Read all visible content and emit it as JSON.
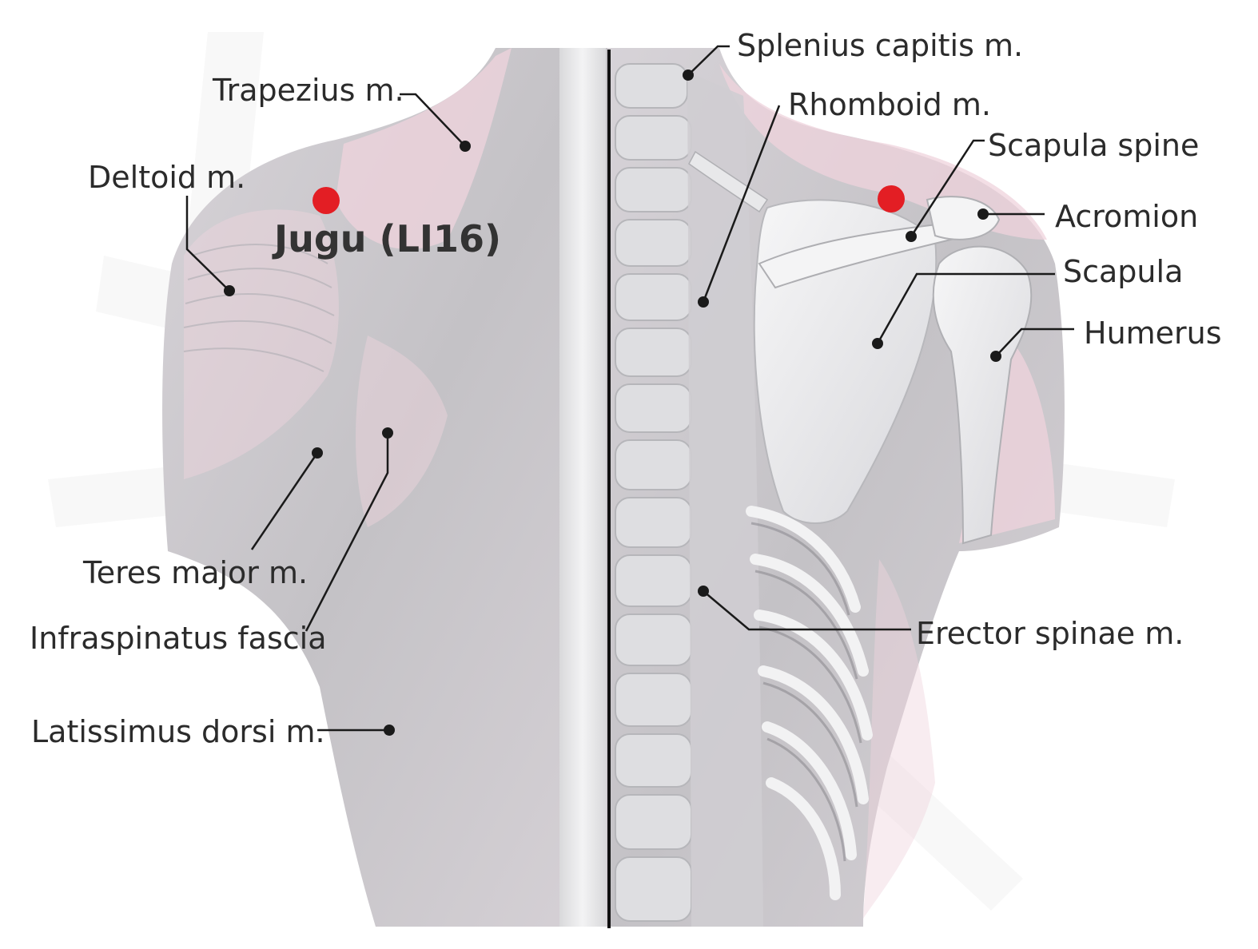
{
  "acupoint": {
    "name": "Jugu (LI16)",
    "marker_color": "#e31e24"
  },
  "labels": {
    "trapezius": "Trapezius m.",
    "deltoid": "Deltoid m.",
    "teres_major": "Teres major m.",
    "infraspinatus_fascia": "Infraspinatus fascia",
    "latissimus_dorsi": "Latissimus dorsi m.",
    "splenius_capitis": "Splenius capitis m.",
    "rhomboid": "Rhomboid m.",
    "scapula_spine": "Scapula spine",
    "acromion": "Acromion",
    "scapula": "Scapula",
    "humerus": "Humerus",
    "erector_spinae": "Erector spinae m."
  },
  "colors": {
    "body_gray": "#c9c9cd",
    "muscle_pink": "#efd3dd",
    "bone_white": "#eeeeef",
    "leader_line": "#1a1a1a",
    "midline": "#111111"
  }
}
